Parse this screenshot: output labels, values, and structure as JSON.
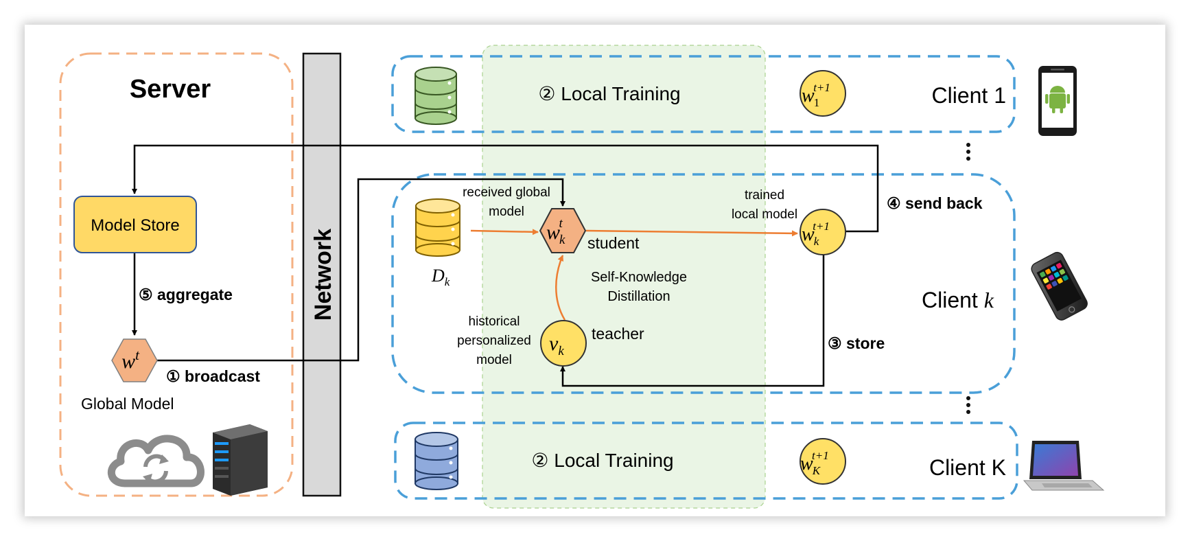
{
  "server": {
    "title": "Server",
    "model_store": "Model Store",
    "aggregate": "⑤ aggregate",
    "global_model_label": "Global Model",
    "global_symbol_base": "w",
    "global_symbol_sup": "t",
    "broadcast": "① broadcast"
  },
  "network": {
    "label": "Network"
  },
  "clients": {
    "client1": {
      "name": "Client 1",
      "local_training": "② Local Training",
      "weight_base": "w",
      "weight_sub": "1",
      "weight_sup": "t+1"
    },
    "clientk": {
      "name_prefix": "Client ",
      "name_italic": "k",
      "dataset_base": "D",
      "dataset_sub": "k",
      "received": [
        "received global",
        "model"
      ],
      "student_label": "student",
      "student_base": "w",
      "student_sub": "k",
      "student_sup": "t",
      "trained": [
        "trained",
        "local model"
      ],
      "trained_base": "w",
      "trained_sub": "k",
      "trained_sup": "t+1",
      "skd": [
        "Self-Knowledge",
        "Distillation"
      ],
      "historical": [
        "historical",
        "personalized",
        "model"
      ],
      "teacher_label": "teacher",
      "teacher_base": "v",
      "teacher_sub": "k",
      "store": "③ store",
      "send_back": "④ send back"
    },
    "clientK": {
      "name": "Client K",
      "local_training": "② Local Training",
      "weight_base": "w",
      "weight_sub": "K",
      "weight_sup": "t+1"
    }
  },
  "colors": {
    "server_border": "#f4b183",
    "client_border": "#4a9fd8",
    "model_store_fill": "#ffd966",
    "hexagon_fill": "#f4b183",
    "circle_fill": "#ffe066",
    "flow_orange": "#ed7d31",
    "training_zone": "#e3f1dc",
    "network_fill": "#d9d9d9"
  },
  "icons": [
    "database-icon",
    "android-phone-icon",
    "iphone-icon",
    "laptop-icon",
    "cloud-sync-icon",
    "server-tower-icon"
  ]
}
